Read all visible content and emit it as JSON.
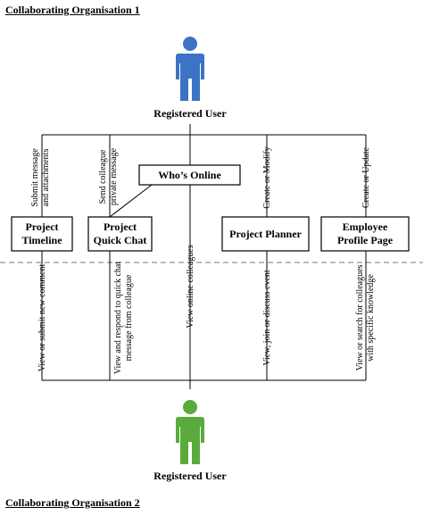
{
  "headings": {
    "org_1": "Collaborating Organisation 1",
    "org_2": "Collaborating Organisation 2"
  },
  "users": {
    "top": {
      "label": "Registered User",
      "icon": "person-icon",
      "color": "#3d73c4"
    },
    "bottom": {
      "label": "Registered User",
      "icon": "person-icon",
      "color": "#5aab3c"
    }
  },
  "boxes": {
    "whos_online": [
      "Who’s Online"
    ],
    "project_timeline": [
      "Project",
      "Timeline"
    ],
    "project_quick_chat": [
      "Project",
      "Quick Chat"
    ],
    "project_planner": [
      "Project Planner"
    ],
    "employee_profile": [
      "Employee",
      "Profile Page"
    ]
  },
  "upper_labels": {
    "timeline": [
      "Submit message",
      "and attachments"
    ],
    "quick_chat": [
      "Send colleague",
      "private message"
    ],
    "planner": [
      "Create or Modify"
    ],
    "profile": [
      "Create or Update"
    ]
  },
  "lower_labels": {
    "timeline": [
      "View or submit new comment"
    ],
    "quick_chat": [
      "View and respond to quick chat",
      "message from colleague"
    ],
    "whos_online": [
      "View online colleagues"
    ],
    "planner": [
      "View, join or discuss event"
    ],
    "profile": [
      "View or search for colleagues",
      "with specific knowledge"
    ]
  }
}
